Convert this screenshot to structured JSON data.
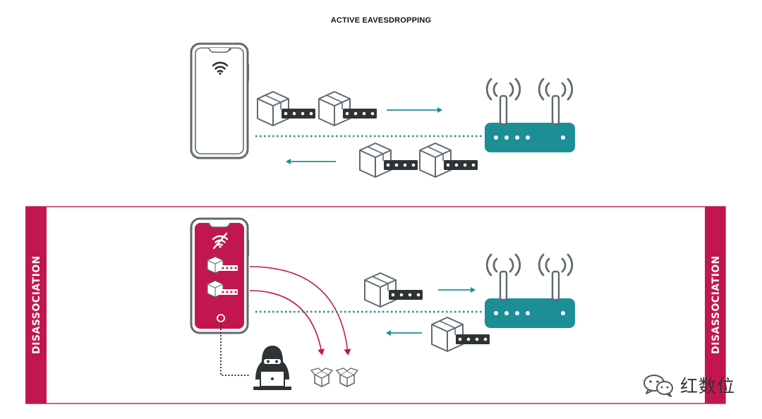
{
  "title": "ACTIVE EAVESDROPPING",
  "side_labels": {
    "left": "DISASSOCIATION",
    "right": "DISASSOCIATION"
  },
  "watermark": {
    "text": "红数位"
  },
  "colors": {
    "outline": "#5f6a70",
    "teal": "#1c8f96",
    "crimson": "#c2174e",
    "dark": "#2e3336",
    "white": "#ffffff"
  },
  "icons": [
    "phone",
    "wifi-icon",
    "packet-box",
    "router",
    "hacker",
    "wifi-off-icon",
    "open-box-icon"
  ]
}
